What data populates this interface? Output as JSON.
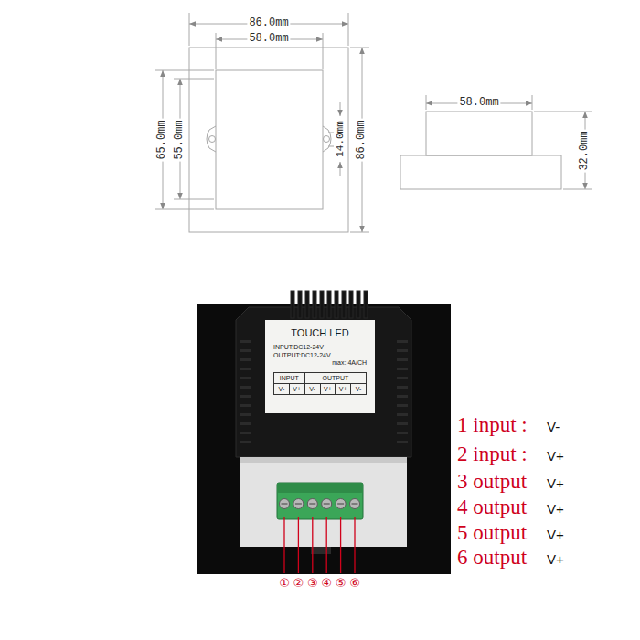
{
  "diagram": {
    "nodes": [
      {
        "text": [
          "TOUCH LED",
          "INPUT:DC12-24V",
          "OUTPUT:DC12-24V",
          "max: 4A/CH"
        ]
      }
    ],
    "labels": [
      "86.0mm",
      "58.0mm",
      "65.0mm",
      "55.0mm",
      "14.0mm",
      "86.0mm",
      "58.0mm",
      "32.0mm",
      "INPUT",
      "OUTPUT",
      "V-",
      "V+",
      "V-",
      "V+",
      "V+",
      "V-",
      "①",
      "②",
      "③",
      "④",
      "⑤",
      "⑥",
      "1 input :",
      "V-",
      "2 input :",
      "V+",
      "3 output",
      "V+",
      "4 output",
      "V+",
      "5 output",
      "V+",
      "6 output",
      "V+"
    ]
  }
}
